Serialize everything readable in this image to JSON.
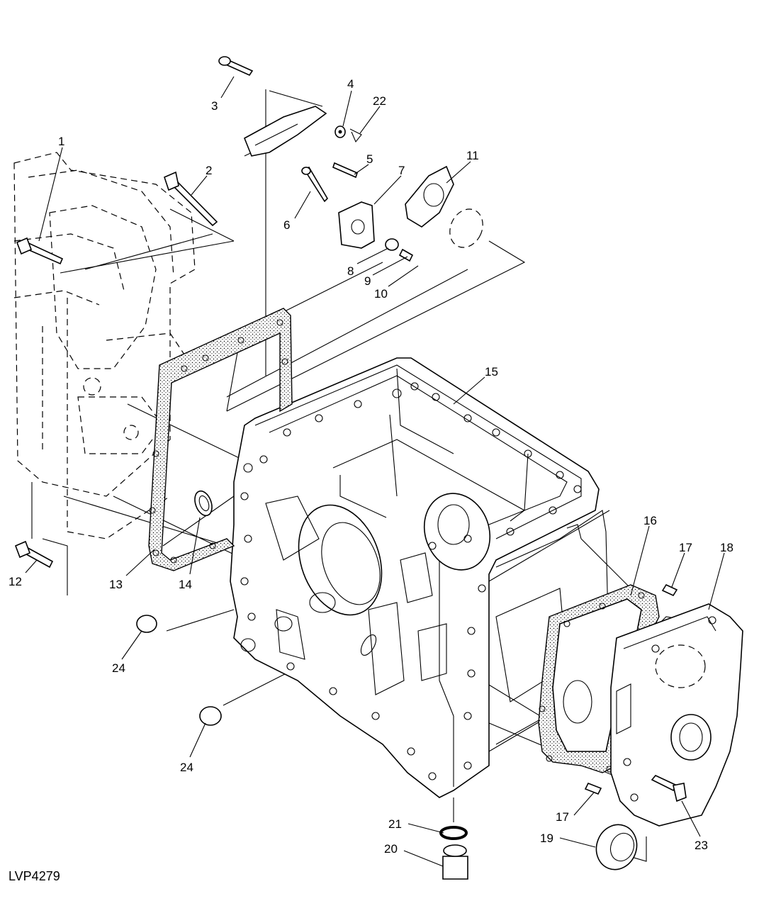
{
  "figure_id": "LVP4279",
  "callouts": [
    "1",
    "2",
    "3",
    "4",
    "22",
    "5",
    "7",
    "11",
    "6",
    "8",
    "9",
    "10",
    "15",
    "16",
    "17",
    "18",
    "12",
    "13",
    "14",
    "24",
    "24",
    "17",
    "21",
    "20",
    "19",
    "23"
  ],
  "parts": {
    "bolt_1": "1",
    "bolt_2": "2",
    "pin_3": "3",
    "washer_4": "4",
    "bolt_5": "5",
    "bolt_6": "6",
    "plate_7": "7",
    "bushing_8": "8",
    "plug_9": "9",
    "pin_10": "10",
    "bracket_11": "11",
    "bolt_12": "12",
    "gasket_13": "13",
    "seal_14": "14",
    "case_15": "15",
    "gasket_16": "16",
    "dowel_17a": "17",
    "cover_18": "18",
    "seal_19": "19",
    "drain_plug_20": "20",
    "o_ring_21": "21",
    "cotter_22": "22",
    "bolt_23": "23",
    "plug_24a": "24",
    "plug_24b": "24",
    "dowel_17b": "17"
  }
}
